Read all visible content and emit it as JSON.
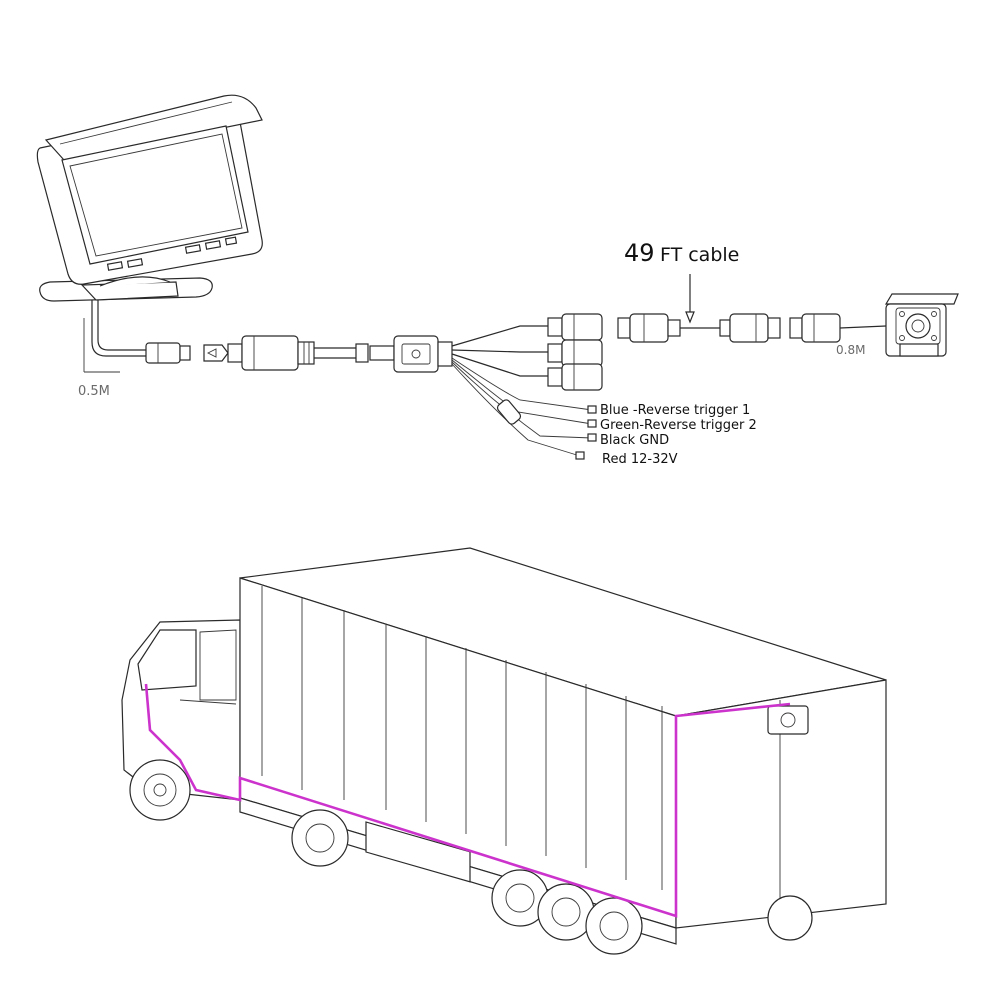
{
  "colors": {
    "line": "#2a2a2a",
    "cable_route": "#cc33cc",
    "label_gray": "#6a6a6a",
    "background": "#ffffff"
  },
  "labels": {
    "monitor_cable_length": "0.5M",
    "extension_cable": "49",
    "extension_cable_suffix": "FT cable",
    "camera_cable_length": "0.8M"
  },
  "wires": [
    {
      "color": "Blue",
      "function": "-Reverse trigger 1",
      "text": "Blue -Reverse trigger 1"
    },
    {
      "color": "Green",
      "function": "-Reverse trigger 2",
      "text": "Green-Reverse trigger 2"
    },
    {
      "color": "Black",
      "function": "GND",
      "text": "Black GND"
    },
    {
      "color": "Red",
      "function": "12-32V",
      "text": "Red  12-32V"
    }
  ],
  "icons": [
    "monitor-icon",
    "camera-icon",
    "truck-icon",
    "connector-icon"
  ]
}
